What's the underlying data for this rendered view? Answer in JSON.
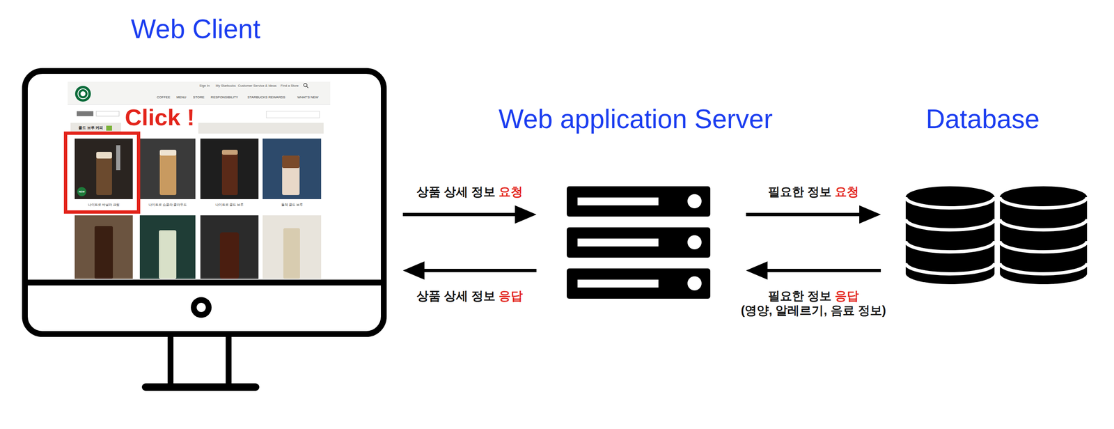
{
  "diagram": {
    "nodes": [
      {
        "text": [
          "Web Client"
        ]
      },
      {
        "text": [
          "Web application Server"
        ]
      },
      {
        "text": [
          "Database"
        ]
      }
    ],
    "edges": [
      {
        "from": 0,
        "to": 1,
        "arrow": "to",
        "label": "상품 상세 정보 요청"
      },
      {
        "from": 1,
        "to": 0,
        "arrow": "to",
        "label": "상품 상세 정보 응답"
      },
      {
        "from": 1,
        "to": 2,
        "arrow": "to",
        "label": "필요한 정보 요청"
      },
      {
        "from": 2,
        "to": 1,
        "arrow": "to",
        "label": "필요한 정보 응답 (영양, 알레르기, 음료 정보)"
      }
    ],
    "labels": [
      "Click !",
      "Sign In",
      "My Starbucks",
      "Customer Service & Ideas",
      "Find a Store",
      "COFFEE",
      "MENU",
      "STORE",
      "RESPONSIBILITY",
      "STARBUCKS REWARDS",
      "WHAT'S NEW",
      "콜드 브루 커피",
      "NEW",
      "나이트로 바닐라 크림",
      "나이트로 쇼콜라 클라우드",
      "나이트로 콜드 브루",
      "돌체 콜드 브루"
    ]
  }
}
